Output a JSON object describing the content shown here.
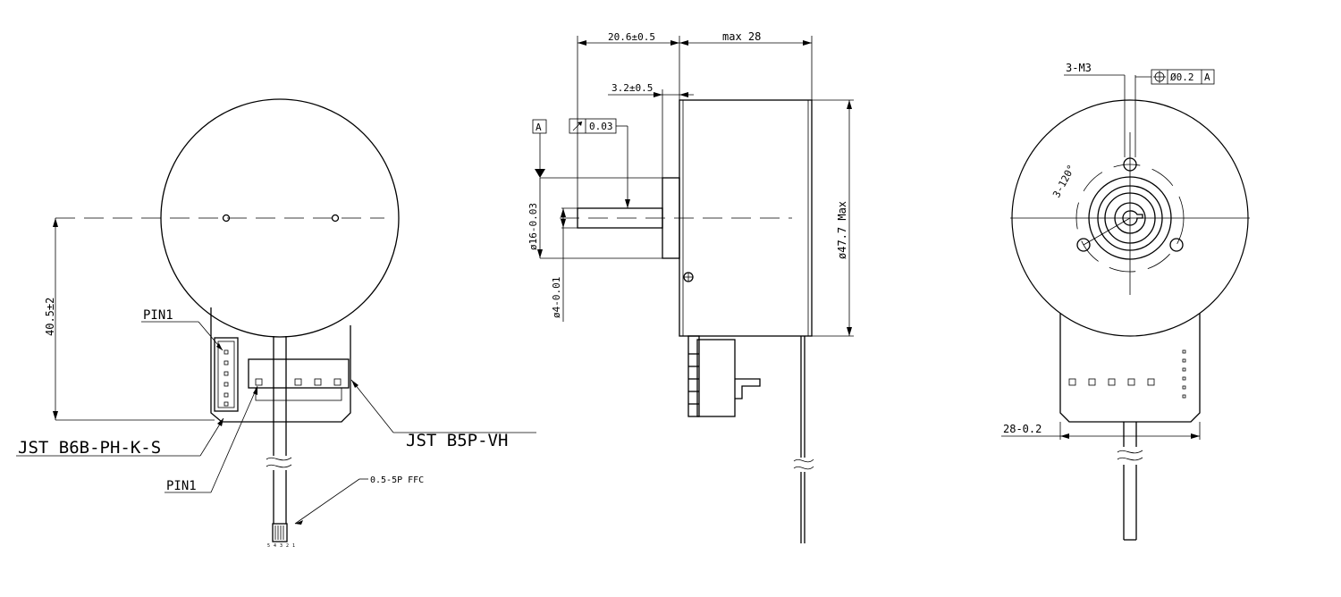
{
  "left_view": {
    "dim_height": "40.5±2",
    "pin1_top": "PIN1",
    "pin1_bottom": "PIN1",
    "connector_ph": "JST B6B-PH-K-S",
    "connector_vh": "JST B5P-VH",
    "ffc": "0.5-5P FFC",
    "ffc_pins": [
      "5",
      "4",
      "3",
      "2",
      "1"
    ]
  },
  "side_view": {
    "dim_shaft_length": "20.6±0.5",
    "dim_body_length": "max 28",
    "dim_flange": "3.2±0.5",
    "datum": "A",
    "runout_value": "0.03",
    "dim_flange_dia": "ø16-0.03",
    "dim_shaft_dia": "ø4-0.01",
    "dim_body_dia": "ø47.7 Max"
  },
  "front_view": {
    "holes_label": "3-M3",
    "position_tol": "Ø0.2",
    "datum_ref": "A",
    "angle": "3-120°",
    "dim_width": "28-0.2"
  }
}
